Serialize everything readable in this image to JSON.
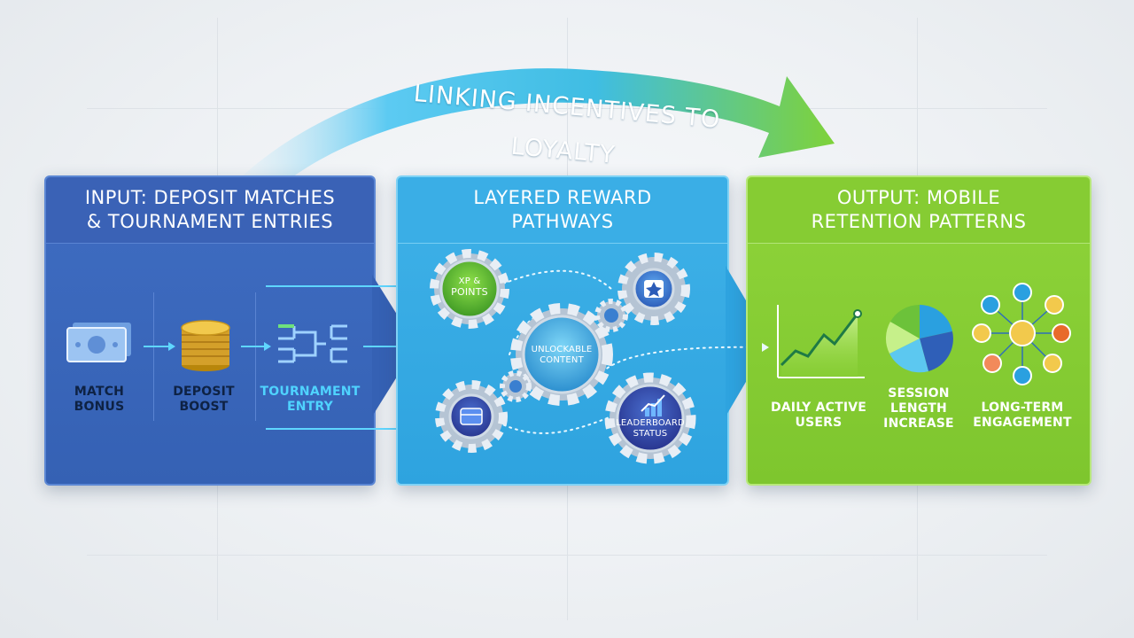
{
  "arrow_title": "Linking Incentives to Loyalty",
  "input": {
    "title_line1": "Input: Deposit Matches",
    "title_line2": "& Tournament Entries",
    "items": [
      {
        "line1": "Match",
        "line2": "Bonus",
        "icon": "cash-icon"
      },
      {
        "line1": "Deposit",
        "line2": "Boost",
        "icon": "coin-stack-icon"
      },
      {
        "line1": "Tournament",
        "line2": "Entry",
        "icon": "bracket-icon"
      }
    ]
  },
  "pathways": {
    "title_line1": "Layered Reward",
    "title_line2": "Pathways",
    "gears": [
      {
        "line1": "XP &",
        "line2": "Points"
      },
      {
        "line1": "Unlockable",
        "line2": "Content"
      },
      {
        "line1": "Leaderboard",
        "line2": "Status"
      }
    ]
  },
  "output": {
    "title_line1": "Output: Mobile",
    "title_line2": "Retention Patterns",
    "items": [
      {
        "line1": "Daily Active",
        "line2": "Users",
        "line3": ""
      },
      {
        "line1": "Session",
        "line2": "Length",
        "line3": "Increase"
      },
      {
        "line1": "Long-Term",
        "line2": "Engagement",
        "line3": ""
      }
    ]
  },
  "colors": {
    "input": "#3a62b6",
    "pathways": "#3aaee6",
    "output": "#86cc33",
    "arrow_start": "#3cc0f0",
    "arrow_end": "#7ed23a"
  }
}
